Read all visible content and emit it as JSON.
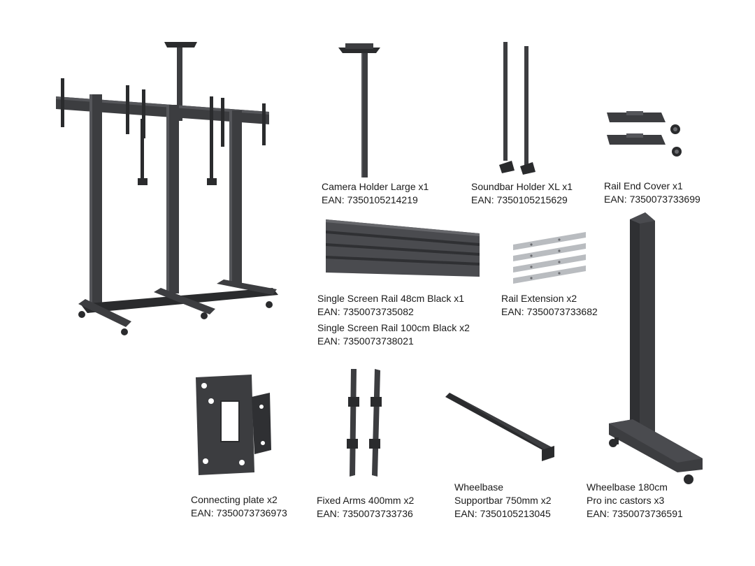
{
  "products": {
    "camera_holder": {
      "name": "Camera Holder Large x1",
      "ean": "EAN: 7350105214219"
    },
    "soundbar_holder": {
      "name": "Soundbar Holder XL x1",
      "ean": "EAN: 7350105215629"
    },
    "rail_end_cover": {
      "name": "Rail End Cover x1",
      "ean": "EAN: 7350073733699"
    },
    "screen_rail_48": {
      "name": "Single Screen Rail 48cm Black x1",
      "ean": "EAN: 7350073735082"
    },
    "screen_rail_100": {
      "name": "Single Screen Rail 100cm Black x2",
      "ean": "EAN: 7350073738021"
    },
    "rail_extension": {
      "name": "Rail Extension x2",
      "ean": "EAN: 7350073733682"
    },
    "connecting_plate": {
      "name": "Connecting plate x2",
      "ean": "EAN: 7350073736973"
    },
    "fixed_arms": {
      "name": "Fixed Arms 400mm x2",
      "ean": "EAN: 7350073733736"
    },
    "wheelbase_supportbar": {
      "name_line1": "Wheelbase",
      "name_line2": "Supportbar 750mm x2",
      "ean": "EAN: 7350105213045"
    },
    "wheelbase_180": {
      "name_line1": "Wheelbase 180cm",
      "name_line2": "Pro inc castors x3",
      "ean": "EAN: 7350073736591"
    }
  },
  "colors": {
    "metal": "#3c3d40",
    "metal_dark": "#2a2b2d",
    "metal_light": "#6a6b6f",
    "silver": "#b9bcc0"
  }
}
